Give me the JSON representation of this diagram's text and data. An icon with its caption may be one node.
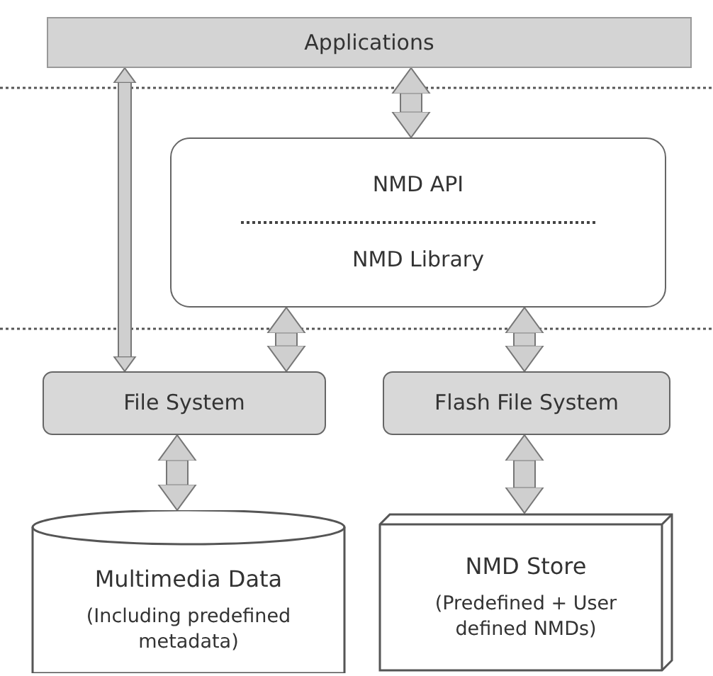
{
  "diagram": {
    "nodes": [
      {
        "text": [
          "Applications"
        ]
      },
      {
        "text": [
          "NMD API",
          "NMD Library"
        ]
      },
      {
        "text": [
          "File System"
        ]
      },
      {
        "text": [
          "Flash File System"
        ]
      },
      {
        "text": [
          "Multimedia Data",
          "(Including predefined metadata)"
        ]
      },
      {
        "text": [
          "NMD Store",
          "(Predefined + User defined NMDs)"
        ]
      }
    ],
    "edges": [
      {
        "from": 0,
        "to": 2,
        "arrow": "both"
      },
      {
        "from": 0,
        "to": 1,
        "arrow": "both"
      },
      {
        "from": 1,
        "to": 2,
        "arrow": "both"
      },
      {
        "from": 1,
        "to": 3,
        "arrow": "both"
      },
      {
        "from": 2,
        "to": 4,
        "arrow": "both"
      },
      {
        "from": 3,
        "to": 5,
        "arrow": "both"
      }
    ]
  }
}
